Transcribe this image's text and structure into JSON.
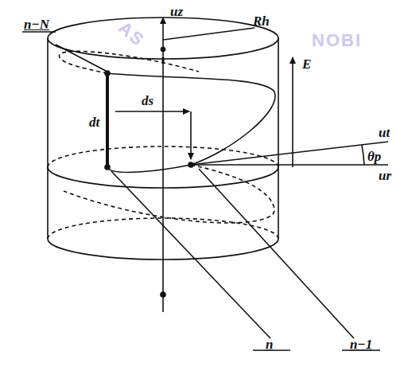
{
  "diagram": {
    "labels": [
      "n−N",
      "uz",
      "Rh",
      "E",
      "dt",
      "ds",
      "ut",
      "θp",
      "ur",
      "n",
      "n−1",
      "AS",
      "NOBI"
    ]
  }
}
